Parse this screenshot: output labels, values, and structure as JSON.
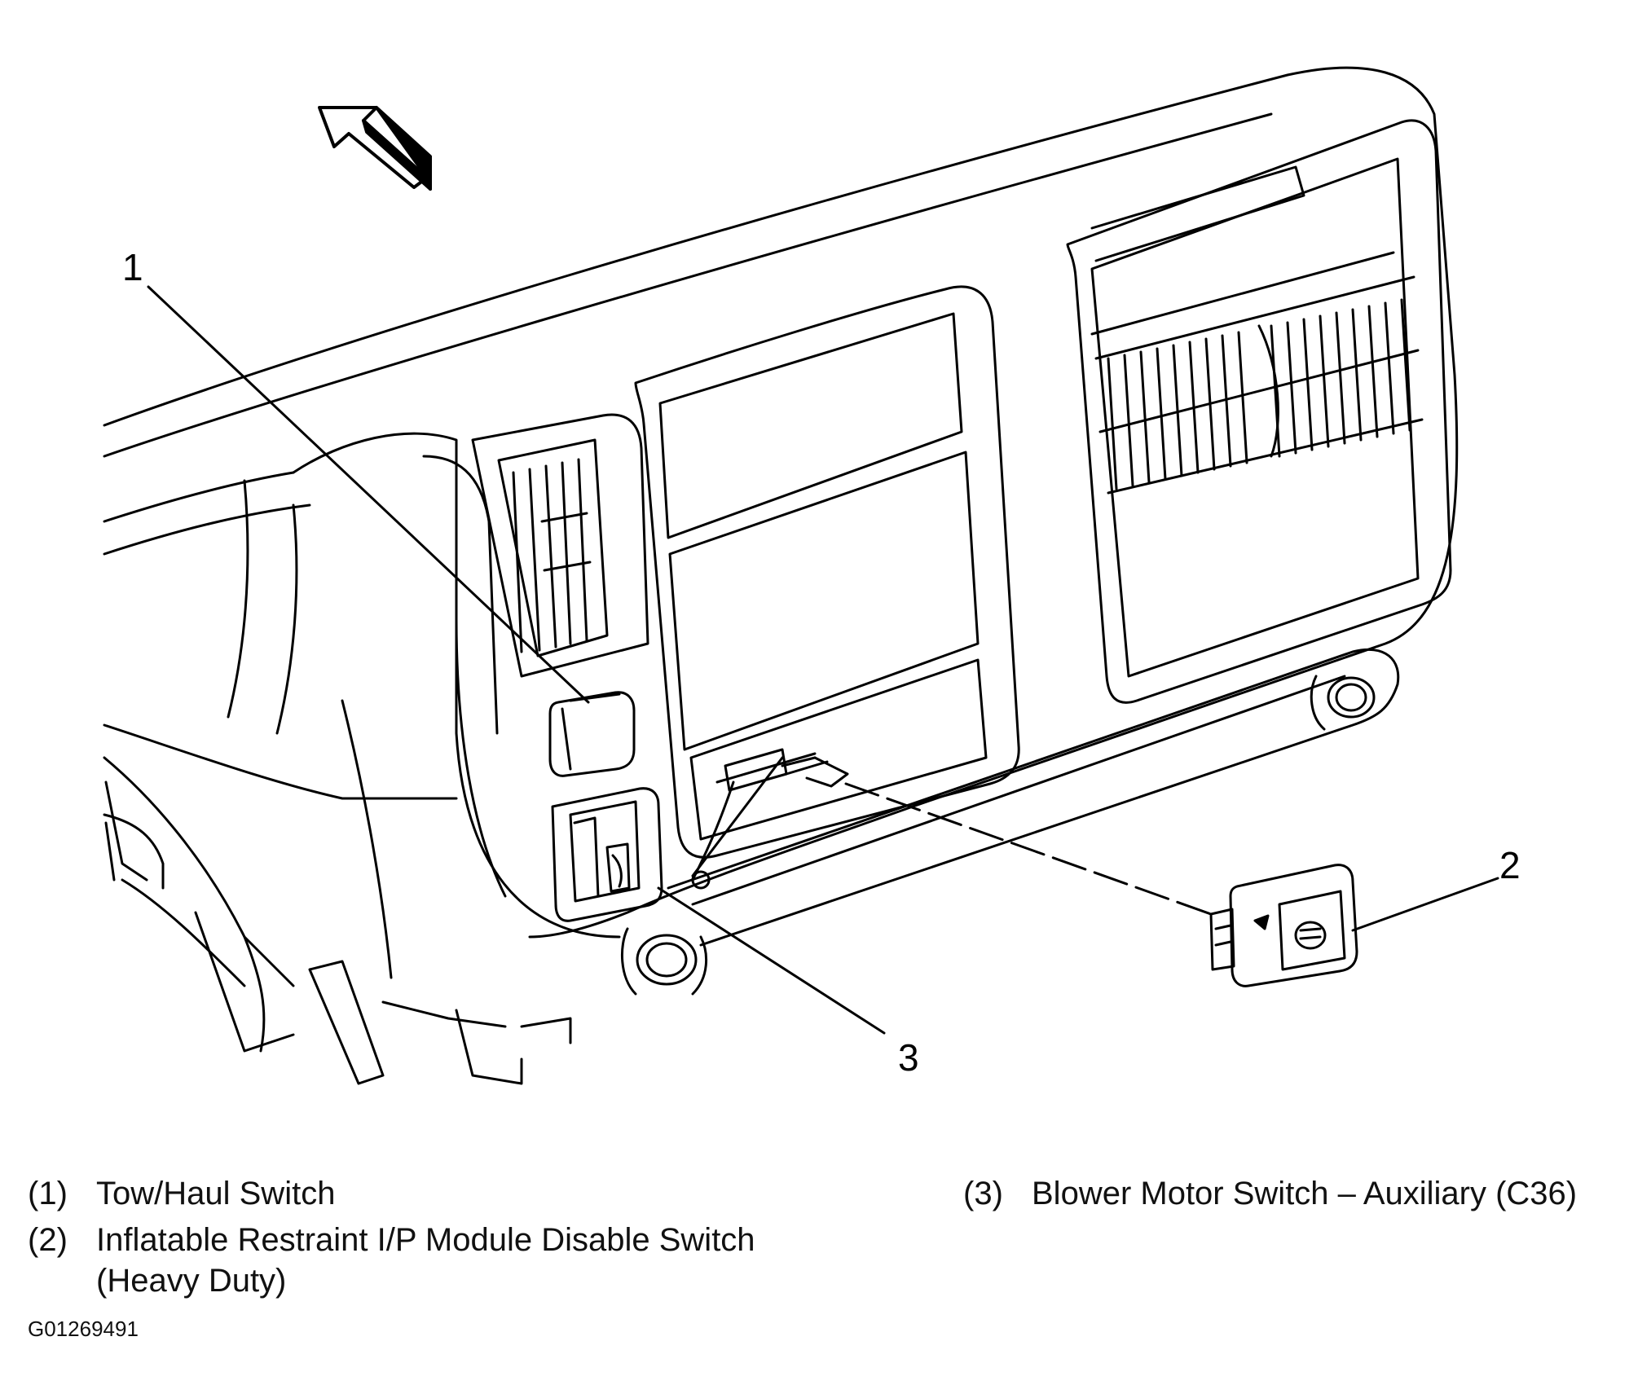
{
  "callouts": [
    {
      "num": "1"
    },
    {
      "num": "2"
    },
    {
      "num": "3"
    }
  ],
  "legend": [
    {
      "num": "(1)",
      "text": "Tow/Haul Switch"
    },
    {
      "num": "(2)",
      "text": "Inflatable Restraint I/P Module Disable Switch (Heavy Duty)"
    },
    {
      "num": "(3)",
      "text": "Blower Motor Switch – Auxiliary (C36)"
    }
  ],
  "figure_id": "G01269491",
  "icons": [
    "direction-arrow-icon"
  ]
}
